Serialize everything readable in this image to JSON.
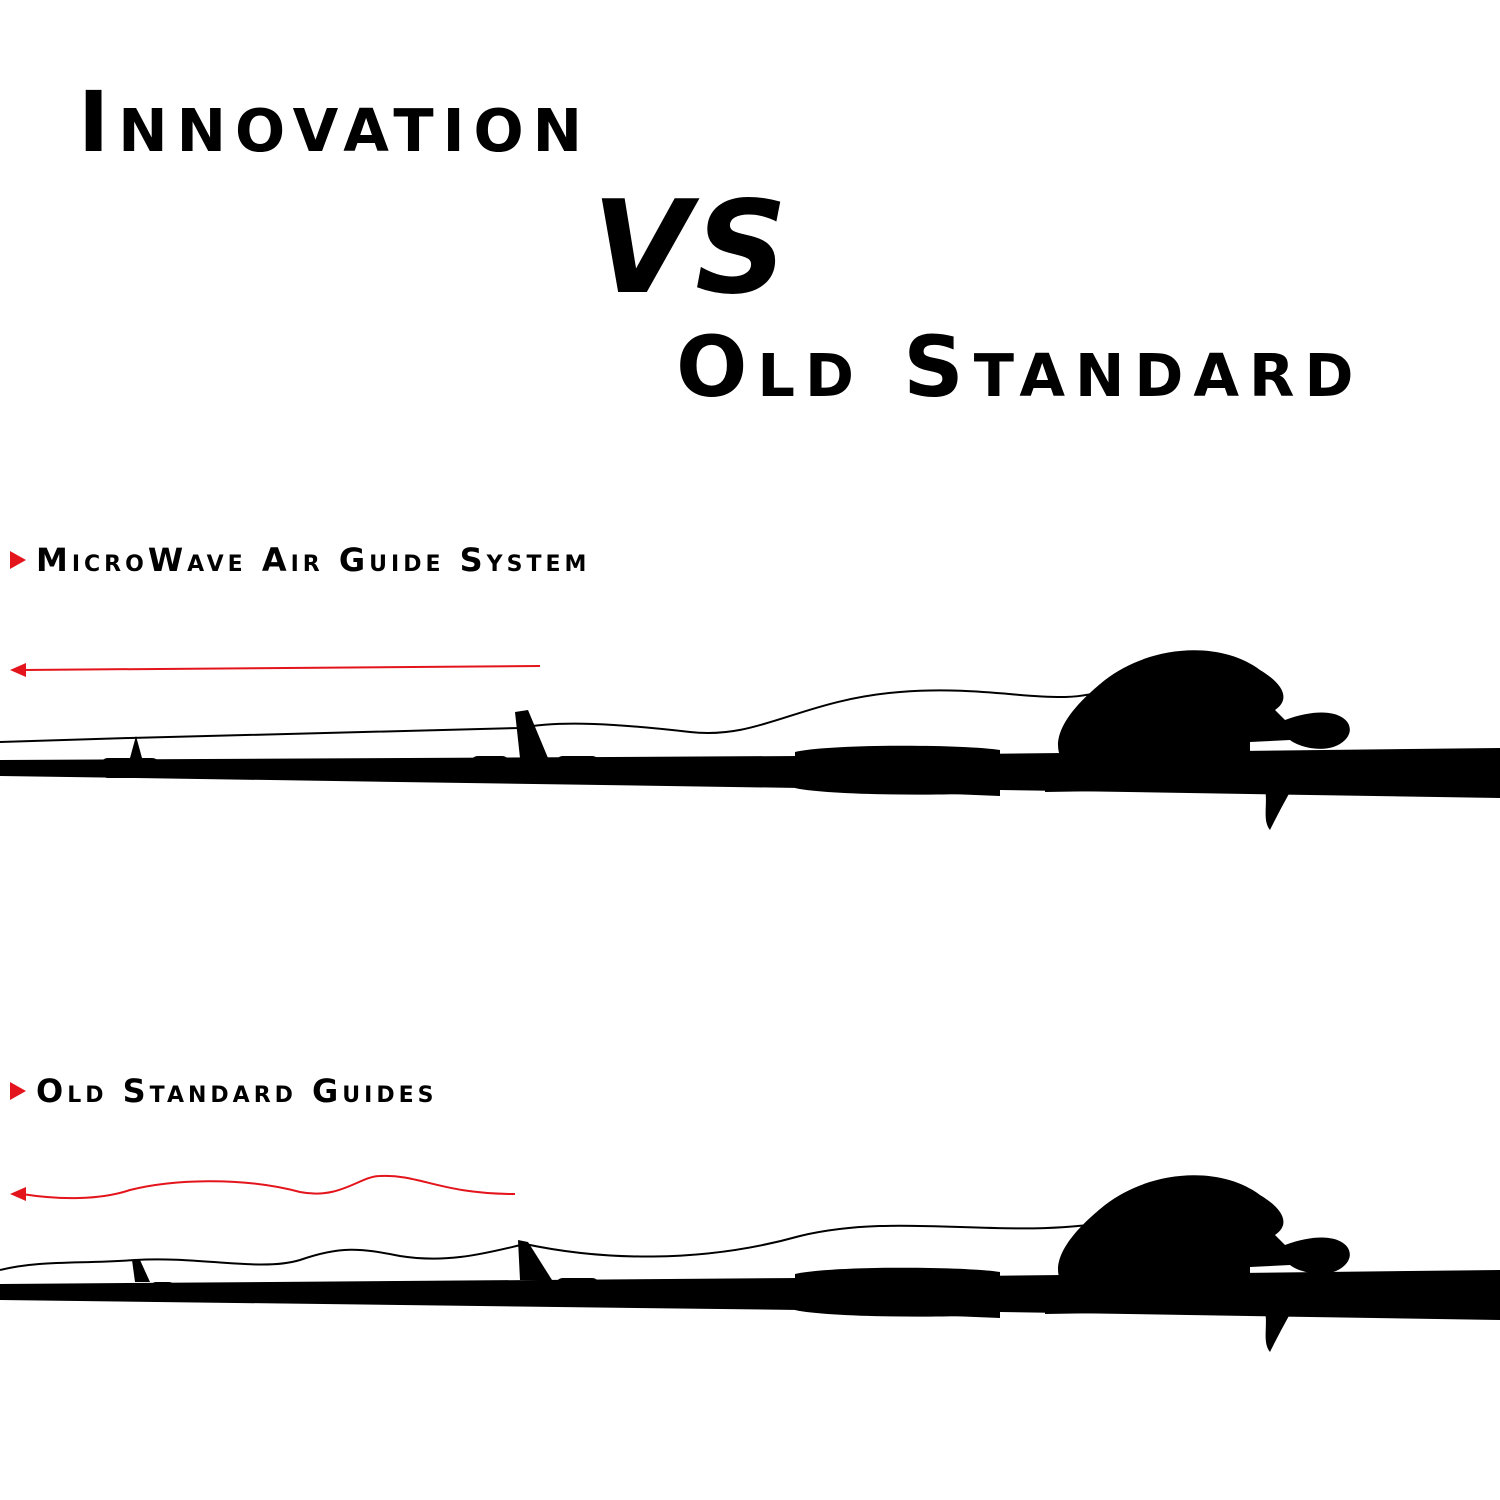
{
  "headline": {
    "line1": "Innovation",
    "line2": "VS",
    "line3": "Old Standard"
  },
  "sections": [
    {
      "label": "MicroWave Air Guide System",
      "line_style": "straight"
    },
    {
      "label": "Old Standard Guides",
      "line_style": "wavy"
    }
  ],
  "colors": {
    "accent": "#e3141b",
    "ink": "#000000",
    "background": "#ffffff"
  },
  "icons": {
    "marker": "red-triangle-marker",
    "arrow": "left-arrow",
    "rod": "baitcasting-rod-silhouette",
    "reel": "baitcasting-reel-silhouette"
  }
}
